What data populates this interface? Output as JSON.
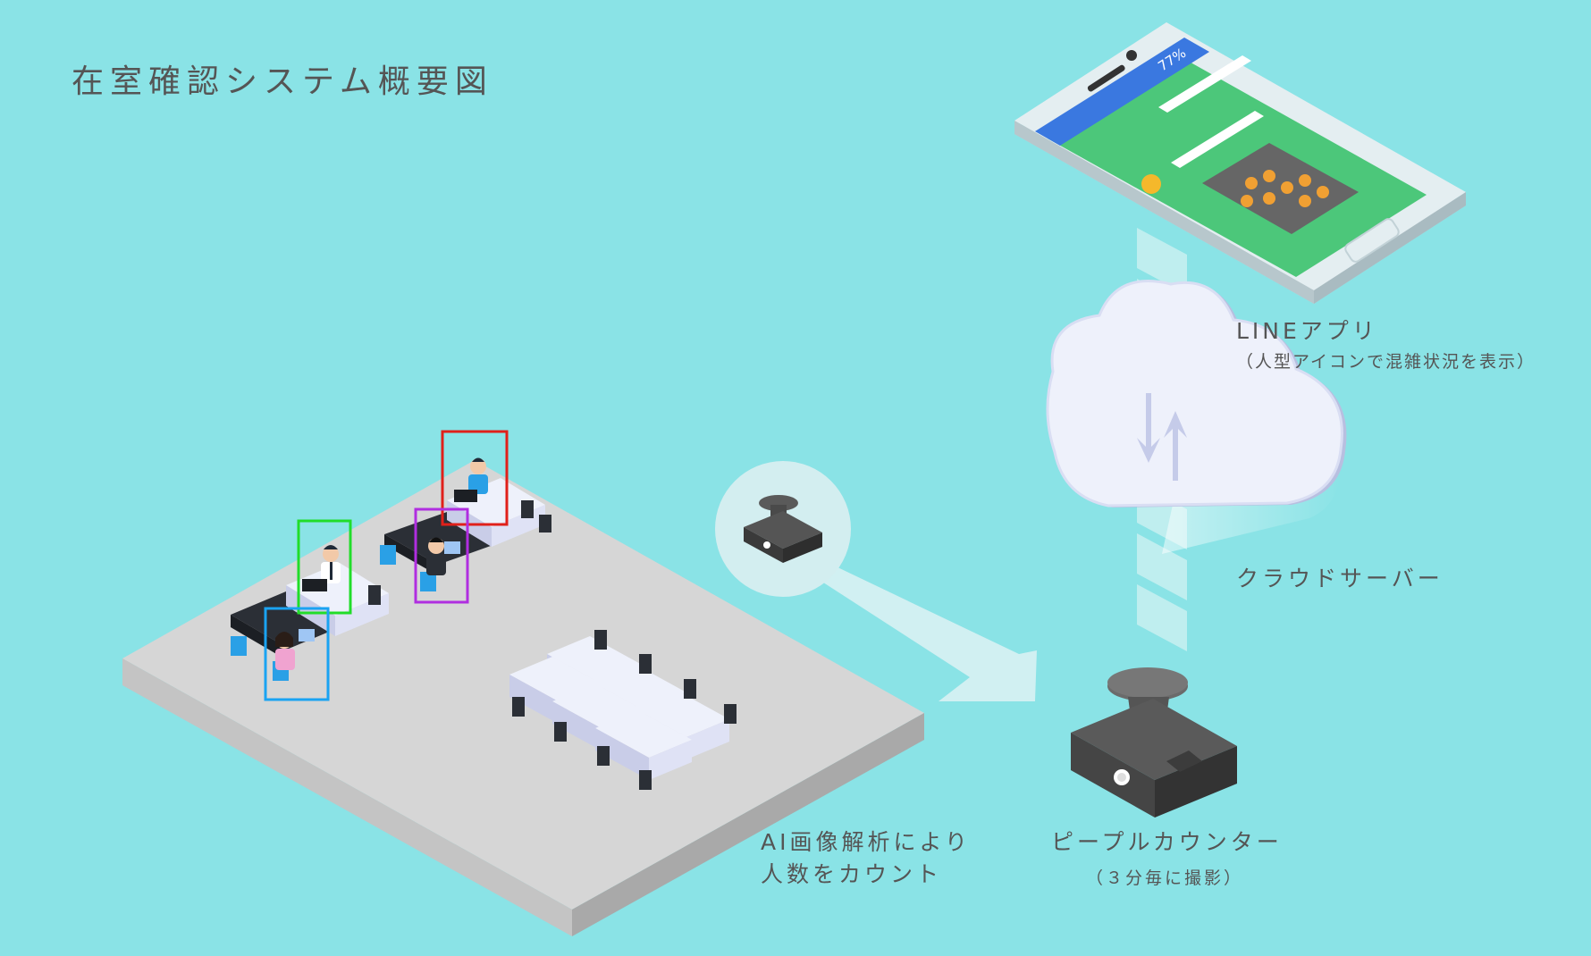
{
  "title": "在室確認システム概要図",
  "labels": {
    "line_app": "LINEアプリ",
    "line_app_note": "（人型アイコンで混雑状況を表示）",
    "cloud_server": "クラウドサーバー",
    "people_counter": "ピープルカウンター",
    "people_counter_note": "（３分毎に撮影）",
    "ai_line1": "AI画像解析により",
    "ai_line2": "人数をカウント"
  },
  "phone": {
    "battery": "77%"
  },
  "colors": {
    "background": "#8ae3e6",
    "floor_top": "#d6d6d6",
    "phone_screen": "#4cc77a",
    "status_bar": "#3a78e0",
    "box_red": "#e0201a",
    "box_purple": "#b02ee0",
    "box_green": "#21dd29",
    "box_blue": "#1aa3f2"
  }
}
